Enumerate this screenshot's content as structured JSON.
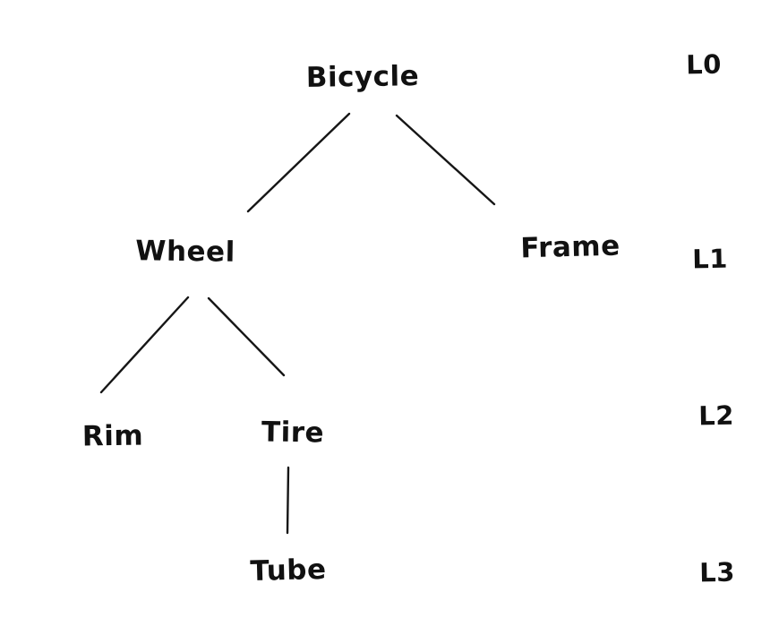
{
  "diagram": {
    "title": "bicycle-component-tree",
    "style": "hand-drawn",
    "ink_color": "#161616",
    "background_color": "#ffffff",
    "nodes": [
      {
        "id": "bicycle",
        "label": "Bicycle",
        "level": 0,
        "parent": null
      },
      {
        "id": "wheel",
        "label": "Wheel",
        "level": 1,
        "parent": "bicycle"
      },
      {
        "id": "frame",
        "label": "Frame",
        "level": 1,
        "parent": "bicycle"
      },
      {
        "id": "rim",
        "label": "Rim",
        "level": 2,
        "parent": "wheel"
      },
      {
        "id": "tire",
        "label": "Tire",
        "level": 2,
        "parent": "wheel"
      },
      {
        "id": "tube",
        "label": "Tube",
        "level": 3,
        "parent": "tire"
      }
    ],
    "edges": [
      {
        "from": "Bicycle",
        "to": "Wheel"
      },
      {
        "from": "Bicycle",
        "to": "Frame"
      },
      {
        "from": "Wheel",
        "to": "Rim"
      },
      {
        "from": "Wheel",
        "to": "Tire"
      },
      {
        "from": "Tire",
        "to": "Tube"
      }
    ],
    "level_labels": [
      {
        "label": "L0"
      },
      {
        "label": "L1"
      },
      {
        "label": "L2"
      },
      {
        "label": "L3"
      }
    ]
  }
}
